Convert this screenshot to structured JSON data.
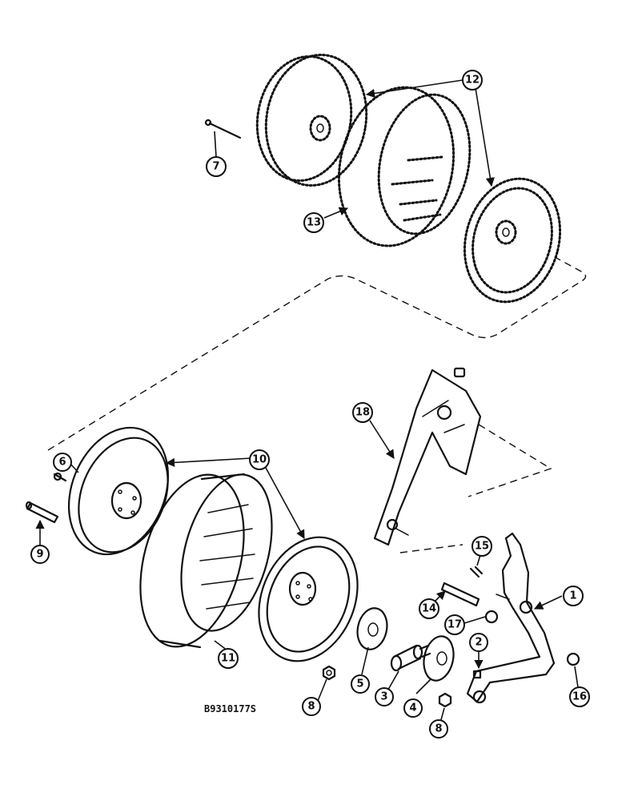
{
  "figure_code": "B9310177S",
  "callouts": {
    "c1": "1",
    "c2": "2",
    "c3": "3",
    "c4": "4",
    "c5": "5",
    "c6": "6",
    "c7": "7",
    "c8a": "8",
    "c8b": "8",
    "c9": "9",
    "c10": "10",
    "c11": "11",
    "c12": "12",
    "c13": "13",
    "c14": "14",
    "c15": "15",
    "c16": "16",
    "c17": "17",
    "c18": "18"
  }
}
